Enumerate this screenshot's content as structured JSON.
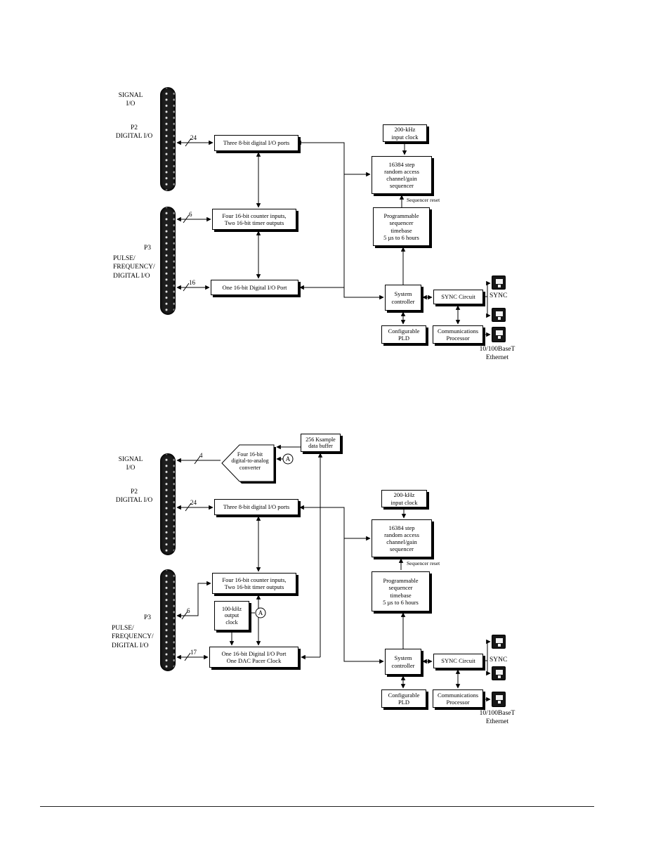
{
  "d1": {
    "labels": {
      "signal_io": "SIGNAL\nI/O",
      "p2": "P2\nDIGITAL I/O",
      "p3": "P3",
      "p3_desc": "PULSE/\nFREQUENCY/\nDIGITAL I/O",
      "sync": "SYNC",
      "ethernet": "10/100BaseT\nEthernet",
      "seq_reset": "Sequencer reset"
    },
    "bus": {
      "p2_width": "24",
      "counter_width": "6",
      "dio_width": "16"
    },
    "nodes": {
      "ports": "Three 8-bit digital I/O ports",
      "clock": "200-kHz\ninput clock",
      "sequencer": "16384 step\nrandom access\nchannel/gain\nsequencer",
      "counters": "Four 16-bit counter inputs,\nTwo 16-bit timer outputs",
      "timebase": "Programmable\nsequencer\ntimebase\n5 µs to 6 hours",
      "dio": "One 16-bit Digital I/O Port",
      "sysctrl": "System\ncontroller",
      "sync_circuit": "SYNC Circuit",
      "pld": "Configurable\nPLD",
      "comms": "Communications\nProcessor"
    }
  },
  "d2": {
    "labels": {
      "signal_io": "SIGNAL\nI/O",
      "p2": "P2\nDIGITAL I/O",
      "p3": "P3",
      "p3_desc": "PULSE/\nFREQUENCY/\nDIGITAL I/O",
      "sync": "SYNC",
      "ethernet": "10/100BaseT\nEthernet",
      "seq_reset": "Sequencer reset"
    },
    "bus": {
      "dac_width": "4",
      "p2_width": "24",
      "counter_width": "6",
      "dio_width": "17"
    },
    "connector_a": "A",
    "nodes": {
      "buffer": "256 Ksample\ndata buffer",
      "dac": "Four 16-bit\ndigital-to-analog\nconverter",
      "ports": "Three 8-bit digital I/O ports",
      "clock": "200-kHz\ninput clock",
      "sequencer": "16384 step\nrandom access\nchannel/gain\nsequencer",
      "counters": "Four 16-bit counter inputs,\nTwo 16-bit timer outputs",
      "timebase": "Programmable\nsequencer\ntimebase\n5 µs to 6 hours",
      "outclock": "100-kHz\noutput\nclock",
      "dio": "One 16-bit Digital I/O Port\nOne DAC Pacer Clock",
      "sysctrl": "System\ncontroller",
      "sync_circuit": "SYNC Circuit",
      "pld": "Configurable\nPLD",
      "comms": "Communications\nProcessor"
    }
  }
}
